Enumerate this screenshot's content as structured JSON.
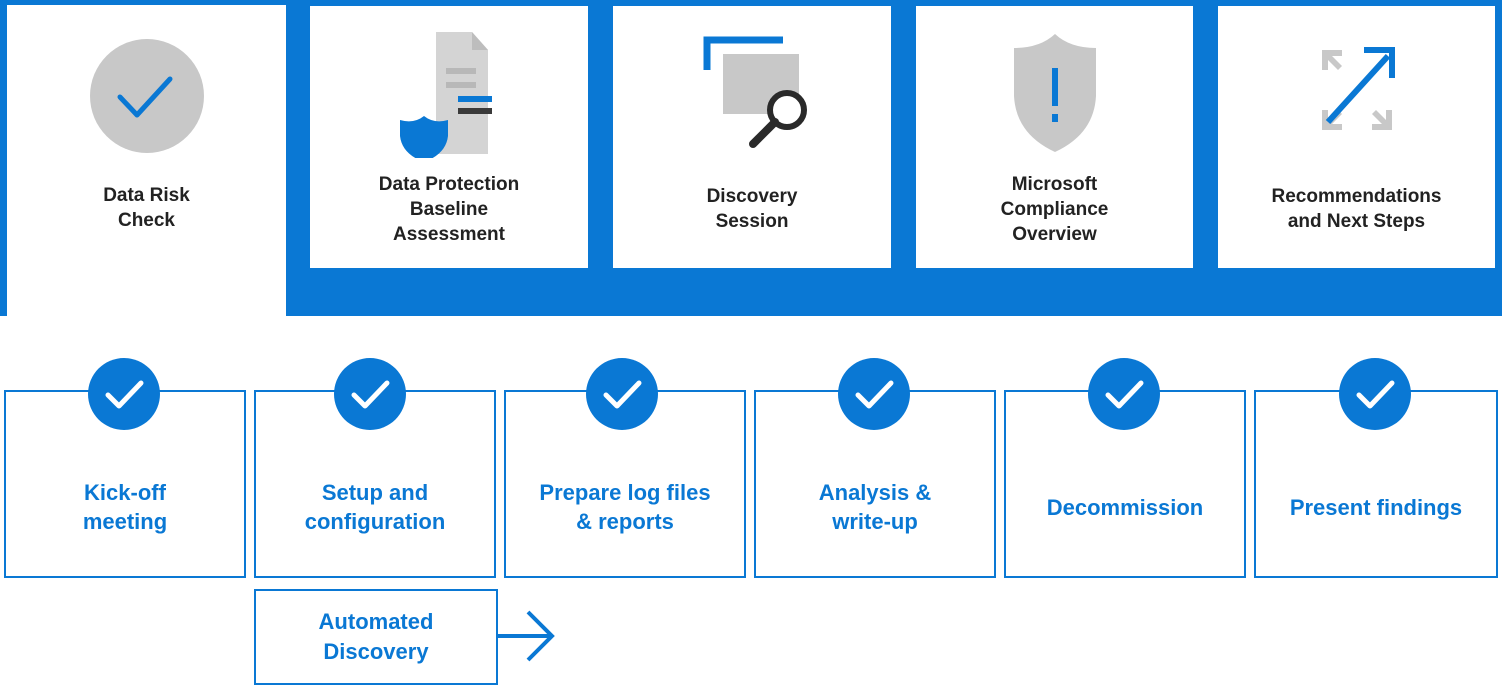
{
  "phases": [
    {
      "title": "Data Risk\nCheck",
      "icon": "checkmark-circle-icon",
      "selected": true
    },
    {
      "title": "Data Protection\nBaseline\nAssessment",
      "icon": "document-shield-icon",
      "selected": false
    },
    {
      "title": "Discovery\nSession",
      "icon": "window-magnifier-icon",
      "selected": false
    },
    {
      "title": "Microsoft\nCompliance\nOverview",
      "icon": "shield-exclamation-icon",
      "selected": false
    },
    {
      "title": "Recommendations\nand Next Steps",
      "icon": "expand-arrows-icon",
      "selected": false
    }
  ],
  "steps": [
    {
      "title": "Kick-off\nmeeting",
      "icon": "checkmark-icon"
    },
    {
      "title": "Setup and\nconfiguration",
      "icon": "checkmark-icon"
    },
    {
      "title": "Prepare log files\n& reports",
      "icon": "checkmark-icon"
    },
    {
      "title": "Analysis &\nwrite-up",
      "icon": "checkmark-icon"
    },
    {
      "title": "Decommission",
      "icon": "checkmark-icon"
    },
    {
      "title": "Present findings",
      "icon": "checkmark-icon"
    }
  ],
  "sub_step": {
    "title": "Automated\nDiscovery",
    "icon": "arrow-right-icon"
  },
  "colors": {
    "accent": "#0a78d4",
    "icon_gray": "#c8c8c8",
    "text_dark": "#222222"
  }
}
